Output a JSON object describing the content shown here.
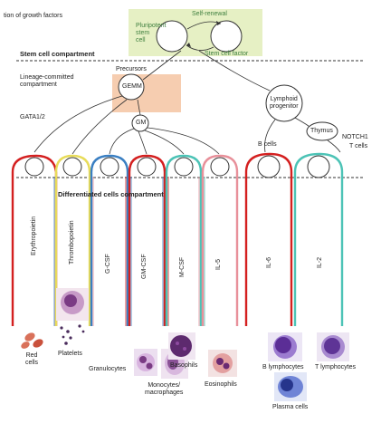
{
  "colors": {
    "stem_box": "#e6f0c4",
    "lineage_box": "#f6cdb0",
    "red": "#d42020",
    "yellow": "#e8dc5a",
    "blue": "#3a7fc2",
    "teal": "#4cc3b6",
    "pink": "#e8909a",
    "dark": "#333333"
  },
  "header": {
    "title_fragment": "tion of growth factors"
  },
  "stem": {
    "label": "Pluripotent\nstem\ncell",
    "self_renewal": "Self-renewal",
    "stem_cell_factor": "Stem cell factor",
    "compartment": "Stem cell compartment"
  },
  "lineage": {
    "compartment": "Lineage-committed\ncompartment",
    "precursors": "Precursors",
    "gemm": "GEMM",
    "gm": "GM",
    "gata": "GATA1/2",
    "lymphoid_progenitor": "Lymphoid\nprogenitor",
    "thymus": "Thymus",
    "notch1": "NOTCH1",
    "b_cells": "B cells",
    "t_cells": "T cells"
  },
  "differentiated": {
    "compartment": "Differentiated cells compartment"
  },
  "growth_factors": [
    "Erythropoietin",
    "Thrombopoietin",
    "G-CSF",
    "GM-CSF",
    "M-CSF",
    "IL-5",
    "IL-6",
    "IL-2"
  ],
  "cell_types": {
    "red_cells": "Red\ncells",
    "platelets": "Platelets",
    "granulocytes": "Granulocytes",
    "monocytes": "Monocytes/\nmacrophages",
    "basophils": "Basophils",
    "eosinophils": "Eosinophils",
    "b_lymphocytes": "B lymphocytes",
    "t_lymphocytes": "T lymphocytes",
    "plasma_cells": "Plasma cells"
  }
}
